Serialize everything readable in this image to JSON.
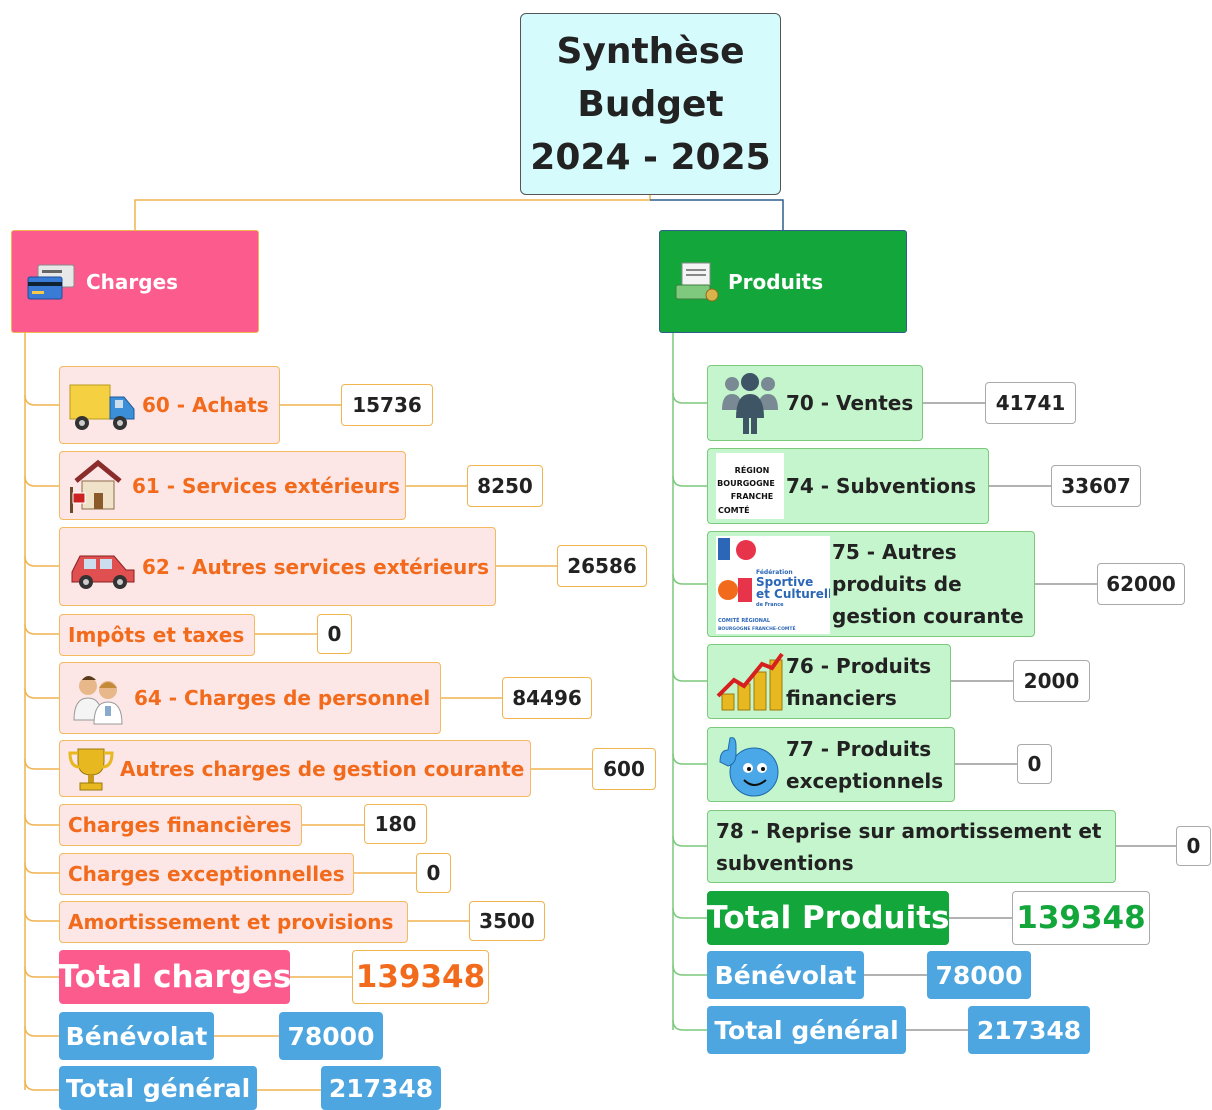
{
  "title": "Synthèse Budget 2024 - 2025",
  "title_lines": [
    "Synthèse",
    "Budget",
    "2024 - 2025"
  ],
  "charges": {
    "label": "Charges",
    "items": [
      {
        "label": "60 - Achats",
        "value": "15736"
      },
      {
        "label": "61 - Services extérieurs",
        "value": "8250"
      },
      {
        "label": "62 - Autres services extérieurs",
        "value": "26586"
      },
      {
        "label": "Impôts et taxes",
        "value": "0"
      },
      {
        "label": "64 - Charges de personnel",
        "value": "84496"
      },
      {
        "label": "Autres charges de gestion courante",
        "value": "600"
      },
      {
        "label": "Charges financières",
        "value": "180"
      },
      {
        "label": "Charges exceptionnelles",
        "value": "0"
      },
      {
        "label": "Amortissement et provisions",
        "value": "3500"
      }
    ],
    "total": {
      "label": "Total charges",
      "value": "139348"
    },
    "benevolat": {
      "label": "Bénévolat",
      "value": "78000"
    },
    "general": {
      "label": "Total général",
      "value": "217348"
    }
  },
  "produits": {
    "label": "Produits",
    "items": [
      {
        "label": "70 - Ventes",
        "value": "41741"
      },
      {
        "label": "74 - Subventions",
        "value": "33607"
      },
      {
        "label": "75 - Autres produits de gestion courante",
        "value": "62000"
      },
      {
        "label": "76 - Produits financiers",
        "value": "2000"
      },
      {
        "label": "77 - Produits exceptionnels",
        "value": "0"
      },
      {
        "label": "78 - Reprise sur amortissement et subventions",
        "value": "0"
      }
    ],
    "total": {
      "label": "Total Produits",
      "value": "139348"
    },
    "benevolat": {
      "label": "Bénévolat",
      "value": "78000"
    },
    "general": {
      "label": "Total général",
      "value": "217348"
    }
  },
  "logos": {
    "region": [
      "RÉGION",
      "BOURGOGNE",
      "FRANCHE",
      "COMTÉ"
    ],
    "fssc": [
      "Fédération",
      "Sportive",
      "et Culturelle",
      "de France",
      "COMITÉ RÉGIONAL",
      "BOURGOGNE FRANCHE-COMTÉ"
    ]
  },
  "colors": {
    "pink": "#fc5b8e",
    "green": "#13a63a",
    "blue": "#4ea6e0",
    "orange_text": "#f26a1b",
    "connector_orange": "#f0b450",
    "connector_green": "#7cc87c"
  },
  "icons": [
    "truck-icon",
    "house-icon",
    "car-icon",
    "people-icon",
    "trophy-icon",
    "group-icon",
    "coins-chart-icon",
    "thumbs-up-icon",
    "credit-card-icon",
    "money-icon"
  ]
}
